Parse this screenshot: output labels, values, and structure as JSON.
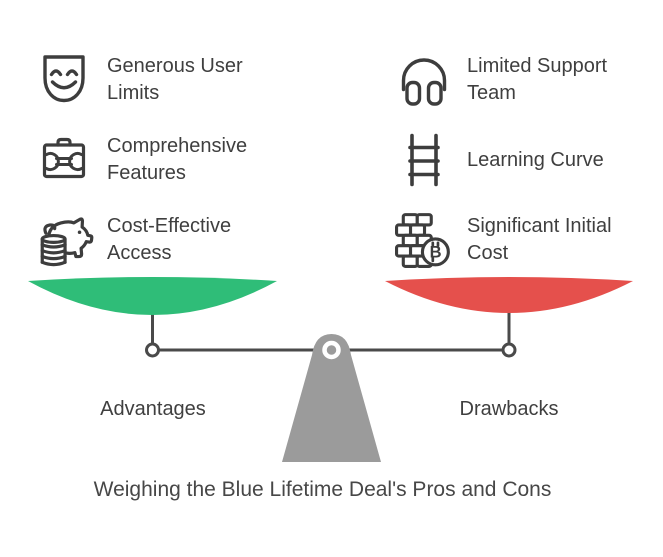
{
  "caption": "Weighing the Blue Lifetime Deal's Pros and Cons",
  "advantages": {
    "label": "Advantages",
    "pan_color": "#2FBD78",
    "items": [
      {
        "icon": "smiling-mask-icon",
        "label": "Generous User Limits"
      },
      {
        "icon": "toolbox-wrench-icon",
        "label": "Comprehensive Features"
      },
      {
        "icon": "piggy-bank-coins-icon",
        "label": "Cost-Effective Access"
      }
    ]
  },
  "drawbacks": {
    "label": "Drawbacks",
    "pan_color": "#E5504C",
    "items": [
      {
        "icon": "headphones-icon",
        "label": "Limited Support Team"
      },
      {
        "icon": "ladder-icon",
        "label": "Learning Curve"
      },
      {
        "icon": "coins-bitcoin-icon",
        "label": "Significant Initial Cost"
      }
    ]
  },
  "colors": {
    "left_pan": "#2FBD78",
    "right_pan": "#E5504C",
    "fulcrum": "#9B9B9B",
    "beam_line": "#4A4A4A",
    "text": "#3F3F3F",
    "icon_stroke": "#3D3D3D"
  },
  "bitcoin_letter": "B"
}
